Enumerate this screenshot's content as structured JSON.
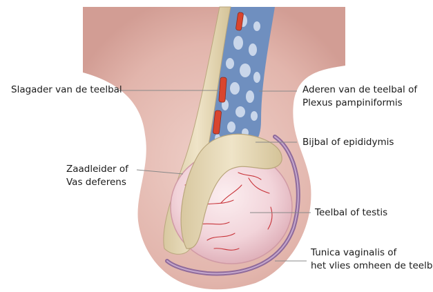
{
  "labels": {
    "artery": {
      "lines": [
        "Slagader van de teelbal"
      ]
    },
    "veins": {
      "lines": [
        "Aderen van de teelbal of",
        "Plexus pampiniformis"
      ]
    },
    "epididymis": {
      "lines": [
        "Bijbal of epididymis"
      ]
    },
    "vas_deferens": {
      "lines": [
        "Zaadleider of",
        "Vas deferens"
      ]
    },
    "testis": {
      "lines": [
        "Teelbal of testis"
      ]
    },
    "tunica": {
      "lines": [
        "Tunica vaginalis of",
        "het vlies omheen de teelbal"
      ]
    }
  },
  "colors": {
    "skin_outer": "#d9a8a0",
    "skin_inner": "#e9c4bd",
    "vein_blue": "#6f8fbf",
    "artery_red": "#d9452e",
    "cord_beige": "#e2d4b1",
    "testis_pink": "#f1d3d8",
    "tunica_purple": "#8f6a9a",
    "vessel_red": "#c8343a",
    "leader_line": "#888888"
  }
}
